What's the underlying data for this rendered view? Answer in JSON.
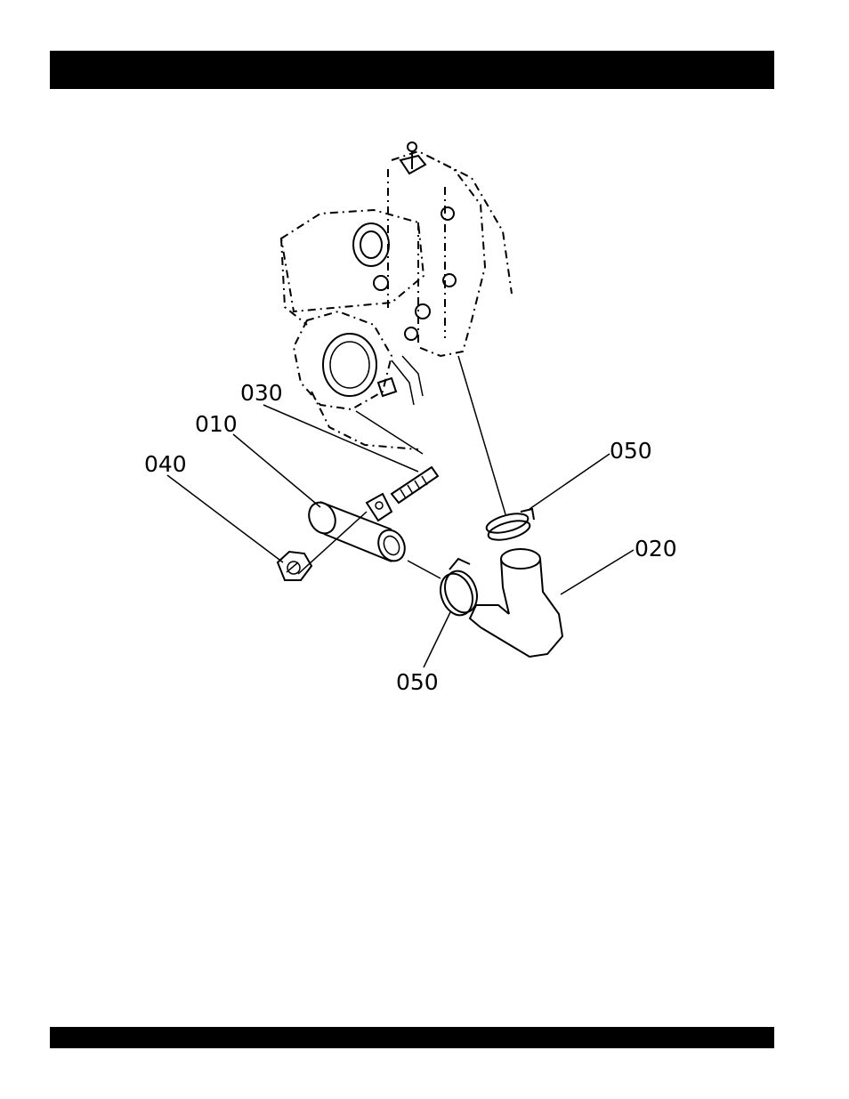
{
  "header": {
    "title": ""
  },
  "footer": {
    "text": ""
  },
  "figure": {
    "callouts": {
      "c030": "030",
      "c010": "010",
      "c040": "040",
      "c050_top": "050",
      "c020": "020",
      "c050_bottom": "050"
    }
  }
}
